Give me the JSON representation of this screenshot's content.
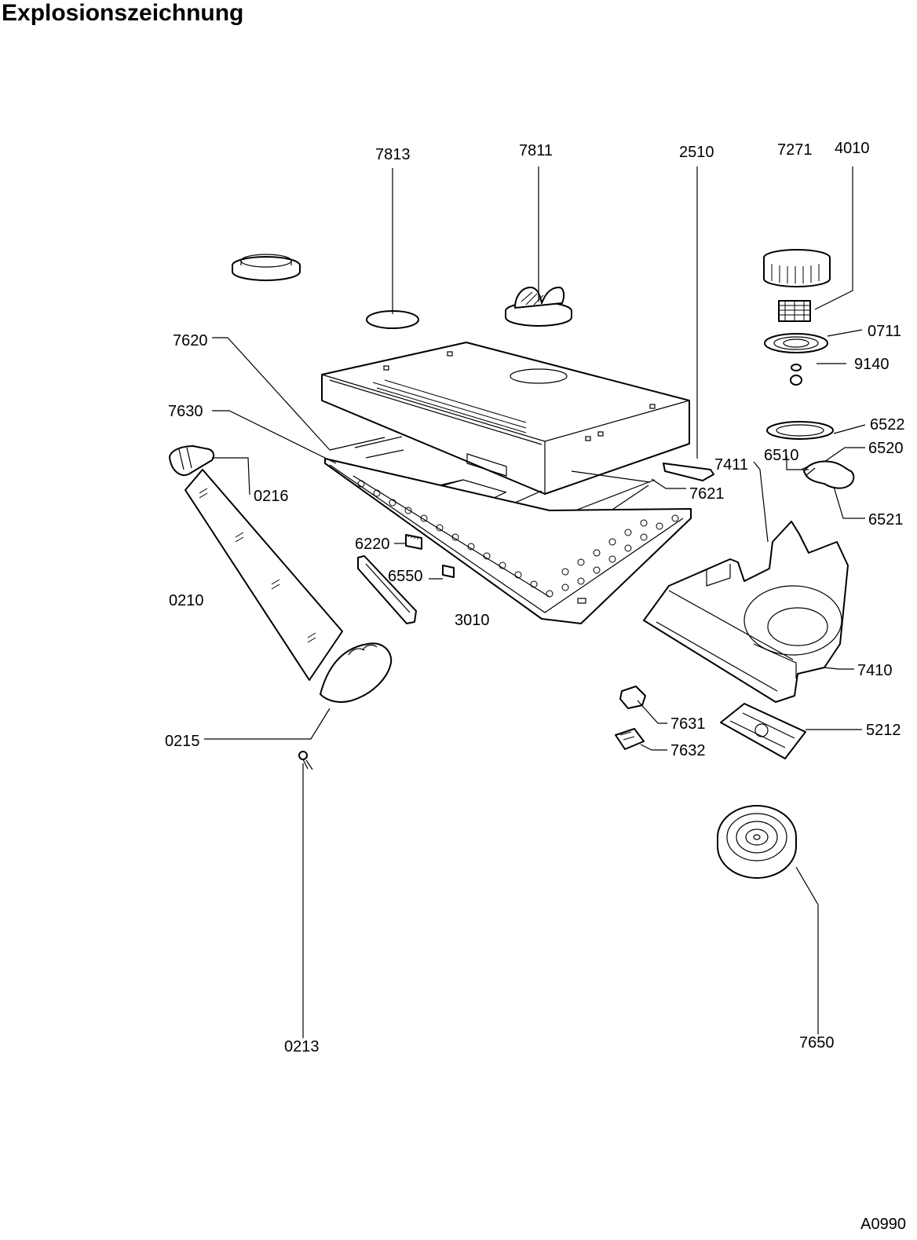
{
  "title": "Explosionszeichnung",
  "doc_code": "A0990",
  "parts": [
    {
      "id": "p7813",
      "number": "7813"
    },
    {
      "id": "p7811",
      "number": "7811"
    },
    {
      "id": "p2510",
      "number": "2510"
    },
    {
      "id": "p7271",
      "number": "7271"
    },
    {
      "id": "p4010",
      "number": "4010"
    },
    {
      "id": "p0711",
      "number": "0711"
    },
    {
      "id": "p9140",
      "number": "9140"
    },
    {
      "id": "p7620",
      "number": "7620"
    },
    {
      "id": "p7630",
      "number": "7630"
    },
    {
      "id": "p6522",
      "number": "6522"
    },
    {
      "id": "p6520",
      "number": "6520"
    },
    {
      "id": "p6510",
      "number": "6510"
    },
    {
      "id": "p7411",
      "number": "7411"
    },
    {
      "id": "p7621",
      "number": "7621"
    },
    {
      "id": "p0216",
      "number": "0216"
    },
    {
      "id": "p6521",
      "number": "6521"
    },
    {
      "id": "p6220",
      "number": "6220"
    },
    {
      "id": "p6550",
      "number": "6550"
    },
    {
      "id": "p0210",
      "number": "0210"
    },
    {
      "id": "p3010",
      "number": "3010"
    },
    {
      "id": "p7410",
      "number": "7410"
    },
    {
      "id": "p7631",
      "number": "7631"
    },
    {
      "id": "p5212",
      "number": "5212"
    },
    {
      "id": "p0215",
      "number": "0215"
    },
    {
      "id": "p7632",
      "number": "7632"
    },
    {
      "id": "p0213",
      "number": "0213"
    },
    {
      "id": "p7650",
      "number": "7650"
    }
  ]
}
